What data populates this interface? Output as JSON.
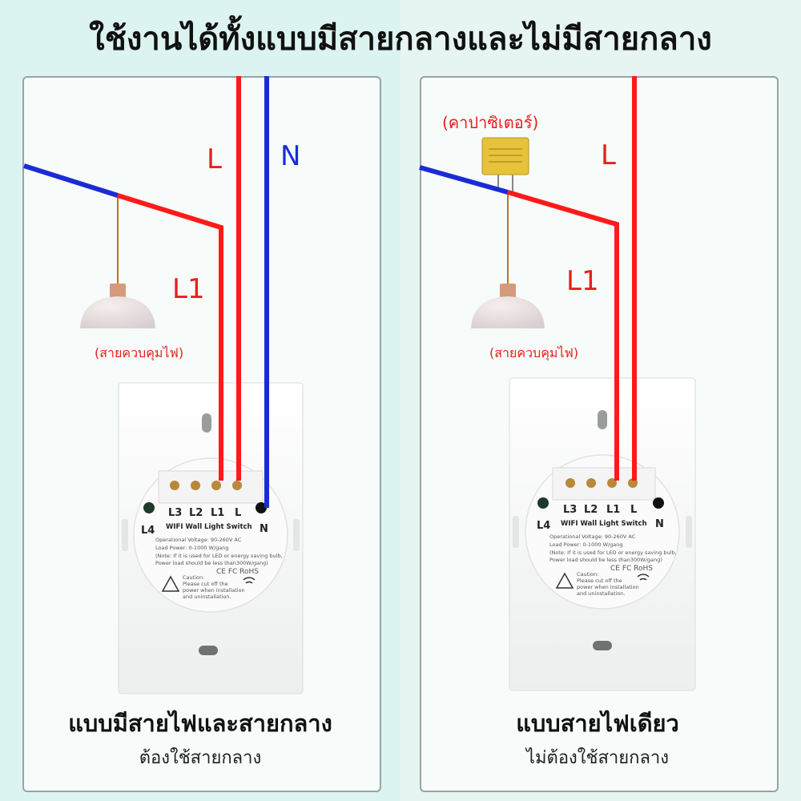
{
  "title": "ใช้งานได้ทั้งแบบมีสายกลางและไม่มีสายกลาง",
  "colors": {
    "live": "#ff1a1a",
    "neutral": "#1a2bd6",
    "label_red": "#e8201e",
    "label_blue": "#1a2bd6"
  },
  "left": {
    "wire_L": "L",
    "wire_N": "N",
    "wire_L1": "L1",
    "lamp_caption": "(สายควบคุมไฟ)",
    "heading": "แบบมีสายไฟและสายกลาง",
    "subheading": "ต้องใช้สายกลาง"
  },
  "right": {
    "capacitor_caption": "(คาปาซิเตอร์)",
    "wire_L": "L",
    "wire_L1": "L1",
    "lamp_caption": "(สายควบคุมไฟ)",
    "heading": "แบบสายไฟเดียว",
    "subheading": "ไม่ต้องใช้สายกลาง"
  },
  "switch": {
    "terminals": [
      "L3",
      "L2",
      "L1",
      "L"
    ],
    "extra_left": "L4",
    "extra_right": "N",
    "product_name": "WIFI Wall Light Switch",
    "spec_lines": [
      "Operational Voltage: 90-260V AC",
      "Load Power: 0-1000 W/gang",
      "(Note: If it is used for LED or energy saving bulb,",
      "Power load should be less than300W/gang)"
    ],
    "caution_lines": [
      "Caution:",
      "Please cut off the",
      "power when installation",
      "and uninstallation."
    ],
    "cert": "CE FC RoHS"
  }
}
